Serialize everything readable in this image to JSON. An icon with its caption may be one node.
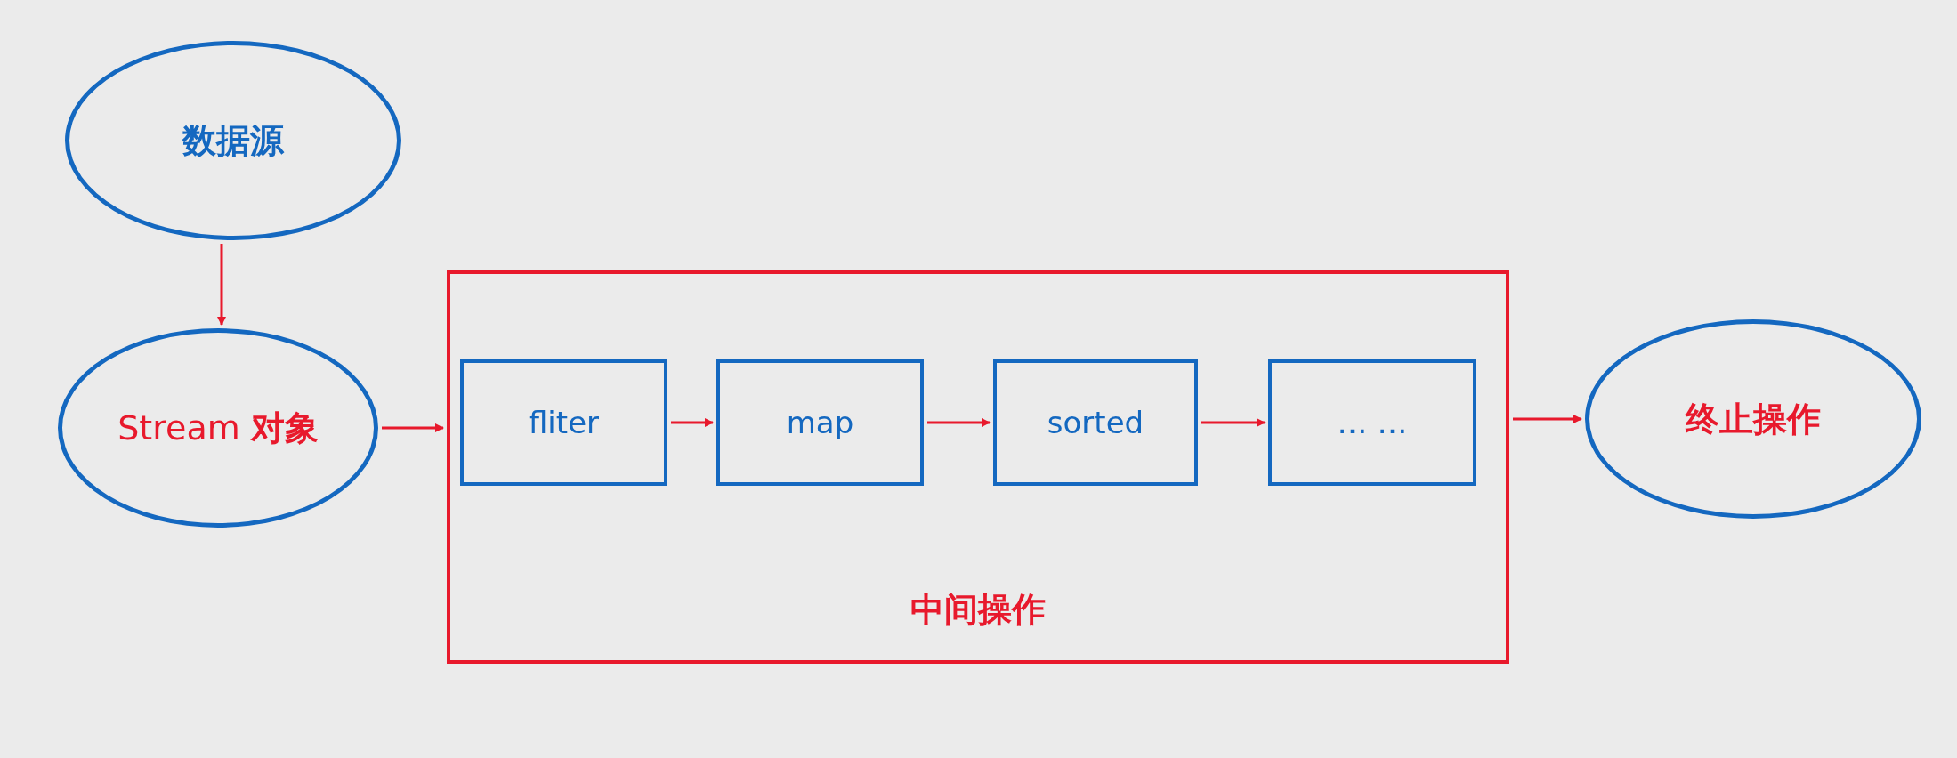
{
  "diagram": {
    "nodes": [
      {
        "text": [
          "数据源"
        ]
      },
      {
        "text": [
          "Stream **对象**"
        ]
      },
      {
        "text": [
          "中间操作"
        ]
      },
      {
        "text": [
          "fliter"
        ],
        "in": 2
      },
      {
        "text": [
          "map"
        ],
        "in": 2
      },
      {
        "text": [
          "sorted"
        ],
        "in": 2
      },
      {
        "text": [
          "… …"
        ],
        "in": 2
      },
      {
        "text": [
          "终止操作"
        ]
      }
    ],
    "edges": [
      {
        "from": 0,
        "to": 1,
        "arrow": "to"
      },
      {
        "from": 1,
        "to": 2,
        "arrow": "to"
      },
      {
        "from": 3,
        "to": 4,
        "arrow": "to"
      },
      {
        "from": 4,
        "to": 5,
        "arrow": "to"
      },
      {
        "from": 5,
        "to": 6,
        "arrow": "to"
      },
      {
        "from": 2,
        "to": 7,
        "arrow": "to"
      }
    ]
  }
}
